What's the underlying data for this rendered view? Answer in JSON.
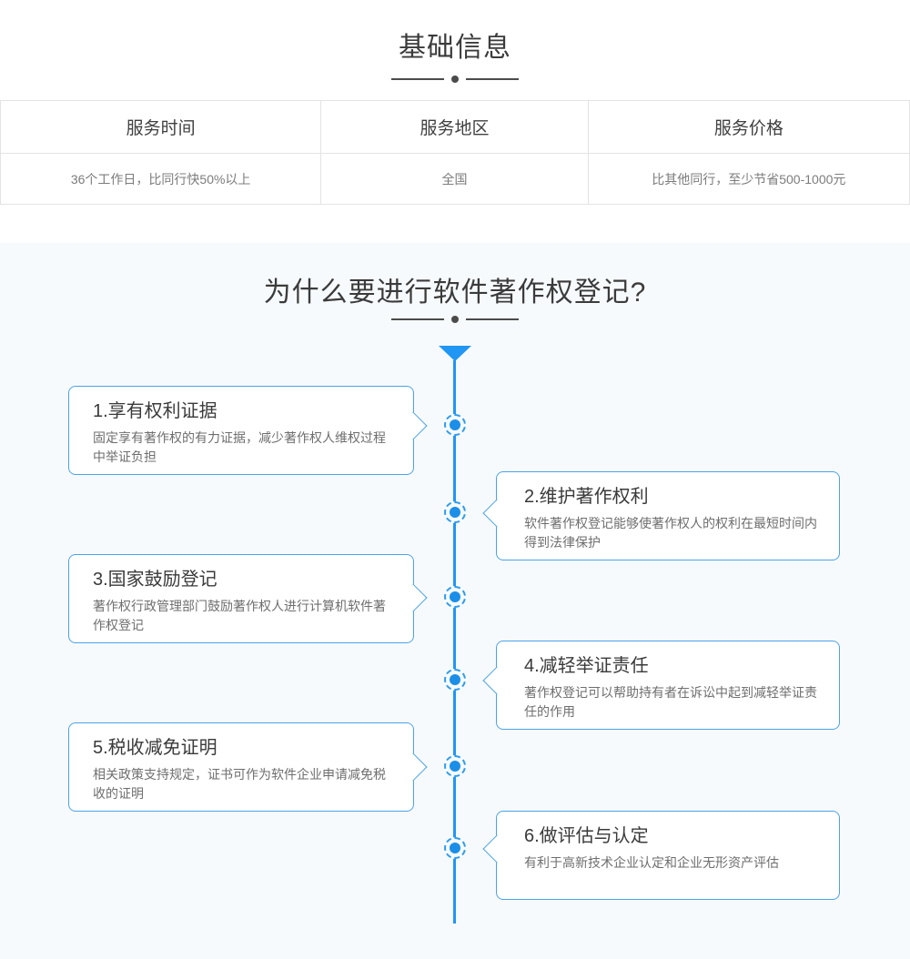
{
  "basic_info": {
    "title": "基础信息",
    "table": {
      "columns": [
        {
          "header": "服务时间",
          "value": "36个工作日，比同行快50%以上"
        },
        {
          "header": "服务地区",
          "value": "全国"
        },
        {
          "header": "服务价格",
          "value": "比其他同行，至少节省500-1000元"
        }
      ]
    }
  },
  "why_section": {
    "title": "为什么要进行软件著作权登记?",
    "timeline_items": [
      {
        "title": "1.享有权利证据",
        "desc": "固定享有著作权的有力证据，减少著作权人维权过程中举证负担"
      },
      {
        "title": "2.维护著作权利",
        "desc": "软件著作权登记能够使著作权人的权利在最短时间内得到法律保护"
      },
      {
        "title": "3.国家鼓励登记",
        "desc": "著作权行政管理部门鼓励著作权人进行计算机软件著作权登记"
      },
      {
        "title": "4.减轻举证责任",
        "desc": "著作权登记可以帮助持有者在诉讼中起到减轻举证责任的作用"
      },
      {
        "title": "5.税收减免证明",
        "desc": "相关政策支持规定，证书可作为软件企业申请减免税收的证明"
      },
      {
        "title": "6.做评估与认定",
        "desc": "有利于高新技术企业认定和企业无形资产评估"
      }
    ]
  },
  "colors": {
    "accent_blue": "#2196f3",
    "card_border": "#4aa3e8",
    "section_bg": "#f7fafd",
    "divider_dark": "#4b4b4b",
    "table_border": "#e3e3e3"
  }
}
